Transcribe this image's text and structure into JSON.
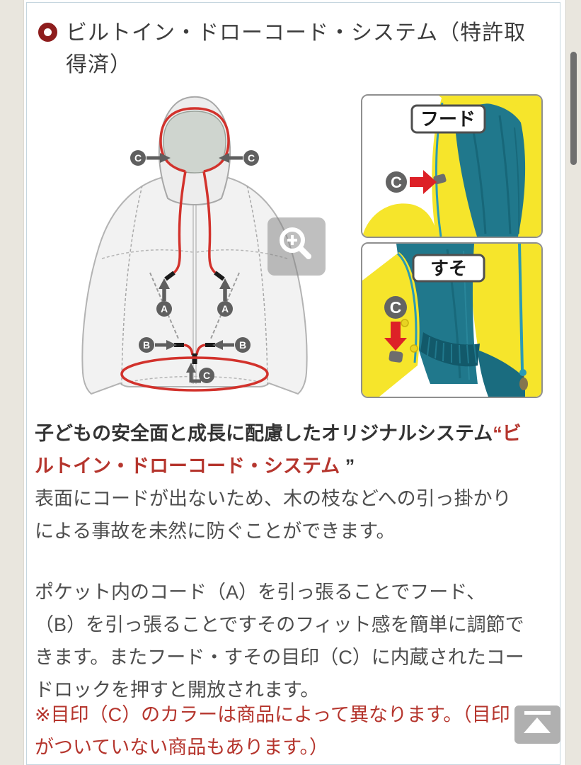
{
  "page": {
    "background": "#e9e6de",
    "content_background": "#ffffff",
    "accent_red": "#b5352d",
    "bullet_red": "#8e1d1d",
    "cord_red": "#d2322c",
    "jacket_yellow": "#f6e52b",
    "jacket_teal": "#20788c"
  },
  "heading": {
    "bullet_icon": "ring-bullet",
    "text": "ビルトイン・ドローコード・システム（特許取得済）"
  },
  "diagram": {
    "description": "jacket-drawcord-diagram",
    "letters": {
      "a": "A",
      "b": "B",
      "c": "C"
    },
    "zoom_icon": "magnifier"
  },
  "photos": [
    {
      "label": "フード",
      "marker": "C"
    },
    {
      "label": "すそ",
      "marker": "C"
    }
  ],
  "lead": {
    "l1_black": "子どもの安全面と成長に配慮したオリジナルシステム",
    "l1_red": "“ビ",
    "l2_red": "ルトイン・ドローコード・システム",
    "l2_black": " ”",
    "l3": "表面にコードが出ないため、木の枝などへの引っ掛かり",
    "l4": "による事故を未然に防ぐことができます。"
  },
  "para": {
    "lines": [
      "ポケット内のコード（A）を引っ張ることでフード、",
      "（B）を引っ張ることですそのフィット感を簡単に調節で",
      "きます。またフード・すその目印（C）に内蔵されたコー",
      "ドロックを押すと開放されます。"
    ]
  },
  "note": {
    "lines": [
      "※目印（C）のカラーは商品によって異なります。（目印",
      "がついていない商品もあります。）"
    ]
  },
  "back_to_top": {
    "icon": "arrow-up-to-top"
  },
  "scrollbar": {
    "thumb": "vertical"
  }
}
